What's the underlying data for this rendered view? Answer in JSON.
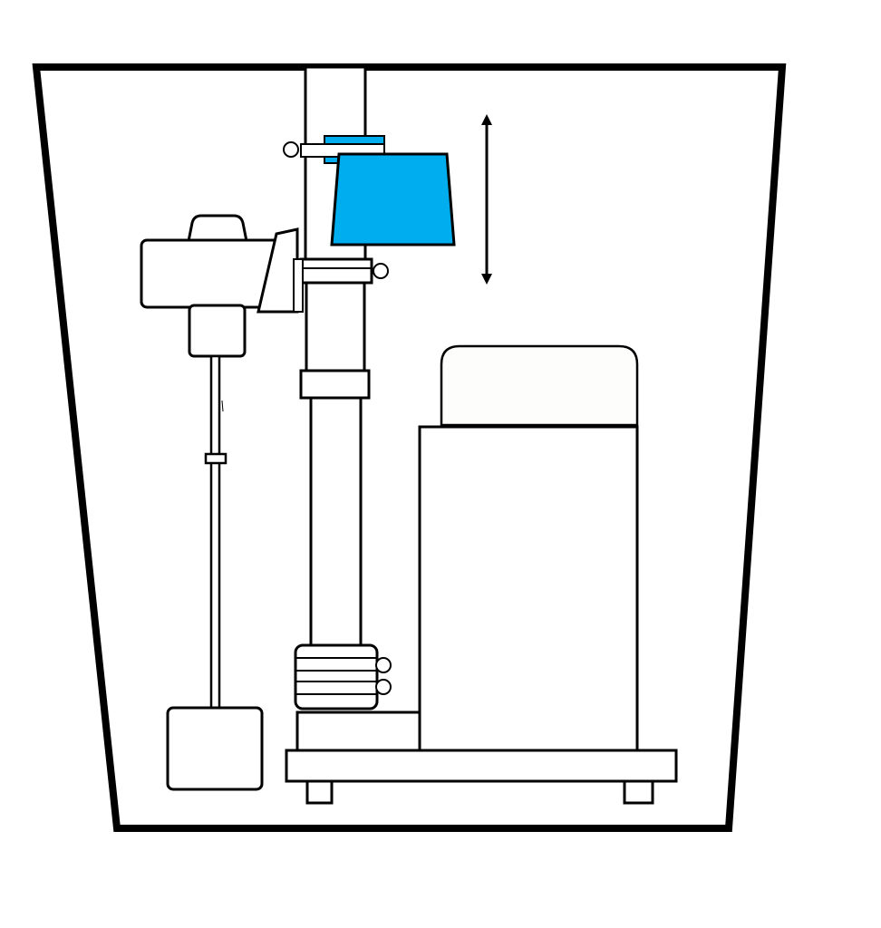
{
  "diagram": {
    "kind": "equipment-schematic",
    "labels": [],
    "colors": {
      "outline": "#000000",
      "highlight": "#00AEEF",
      "background": "#FFFFFF",
      "cover": "#FDFDFB"
    },
    "components": [
      "enclosure",
      "vertical-column",
      "movable-clamp",
      "movable-hood",
      "vertical-motion-arrow",
      "mixer-motor-head",
      "stirrer-shaft",
      "weight-block",
      "column-base-collar",
      "control-cabinet",
      "cabinet-lid",
      "base-platform"
    ]
  }
}
